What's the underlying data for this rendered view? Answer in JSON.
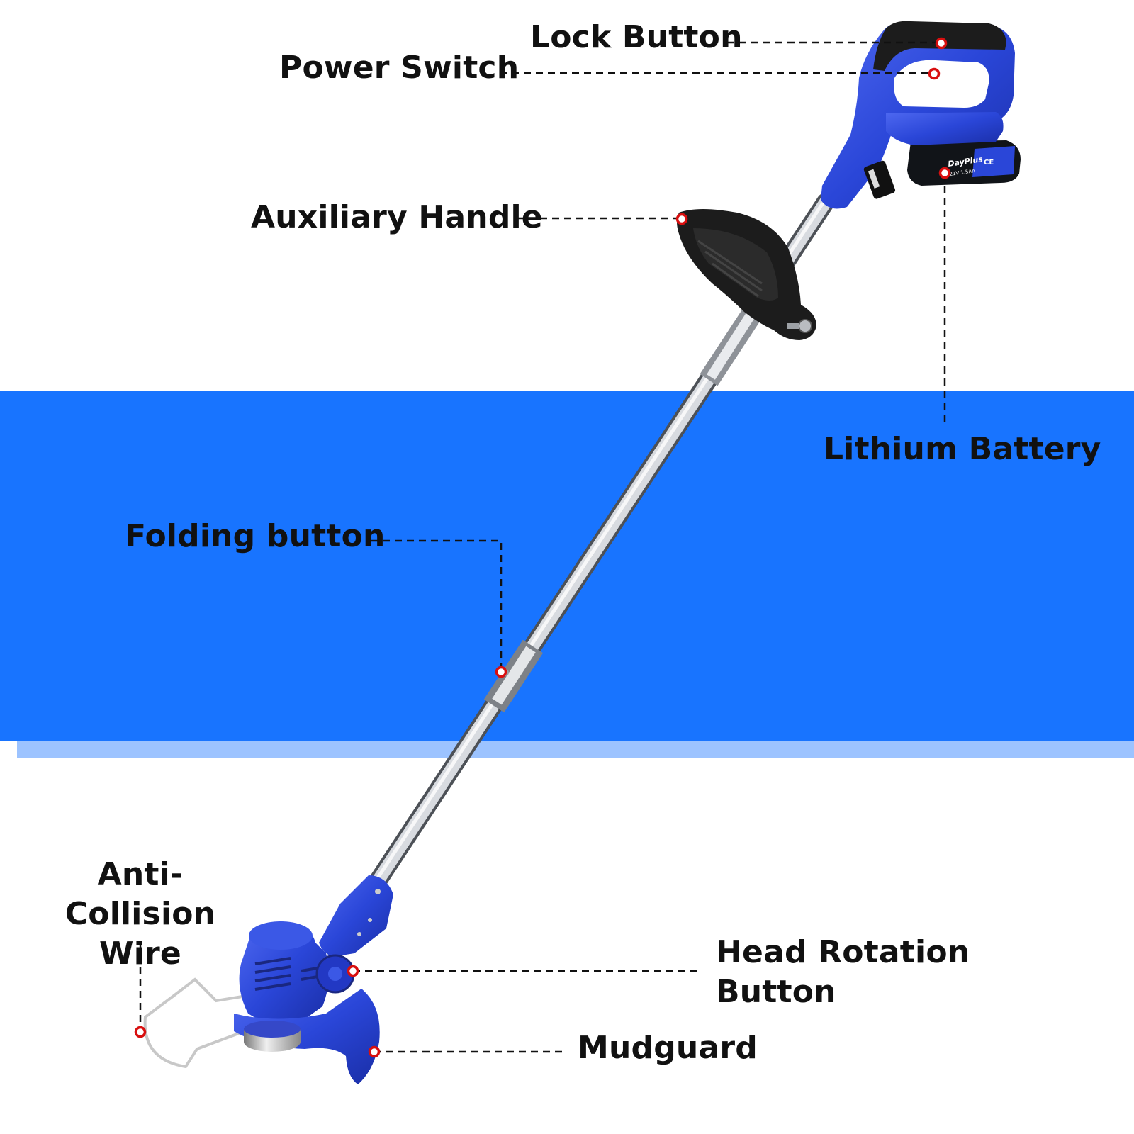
{
  "labels": {
    "lock_button": "Lock Button",
    "power_switch": "Power Switch",
    "auxiliary_handle": "Auxiliary Handle",
    "lithium_battery": "Lithium Battery",
    "folding_button": "Folding button",
    "anti_collision_wire_line1": "Anti-Collision",
    "anti_collision_wire_line2": "Wire",
    "head_rotation_button_line1": "Head Rotation",
    "head_rotation_button_line2": "Button",
    "mudguard": "Mudguard"
  },
  "battery": {
    "brand": "DayPlus",
    "spec": "21V 1.5Ah",
    "marks": "CE"
  },
  "colors": {
    "band": "#1874ff",
    "band_shadow": "#9cc3ff",
    "product_blue": "#2a46d8",
    "handle_black": "#1c1c1c",
    "shaft_silver": "#b8bcc2",
    "callout_dot": "#d80f0f",
    "text": "#111111"
  }
}
